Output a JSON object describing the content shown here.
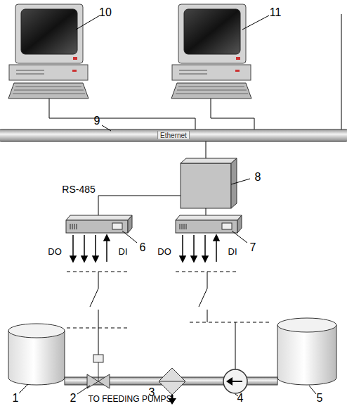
{
  "diagram": {
    "labels": [
      "10",
      "11",
      "9",
      "Ethernet",
      "8",
      "RS-485",
      "6",
      "7",
      "DO",
      "DI",
      "DO",
      "DI",
      "1",
      "2",
      "3",
      "4",
      "5",
      "TO FEEDING PUMPS"
    ]
  }
}
